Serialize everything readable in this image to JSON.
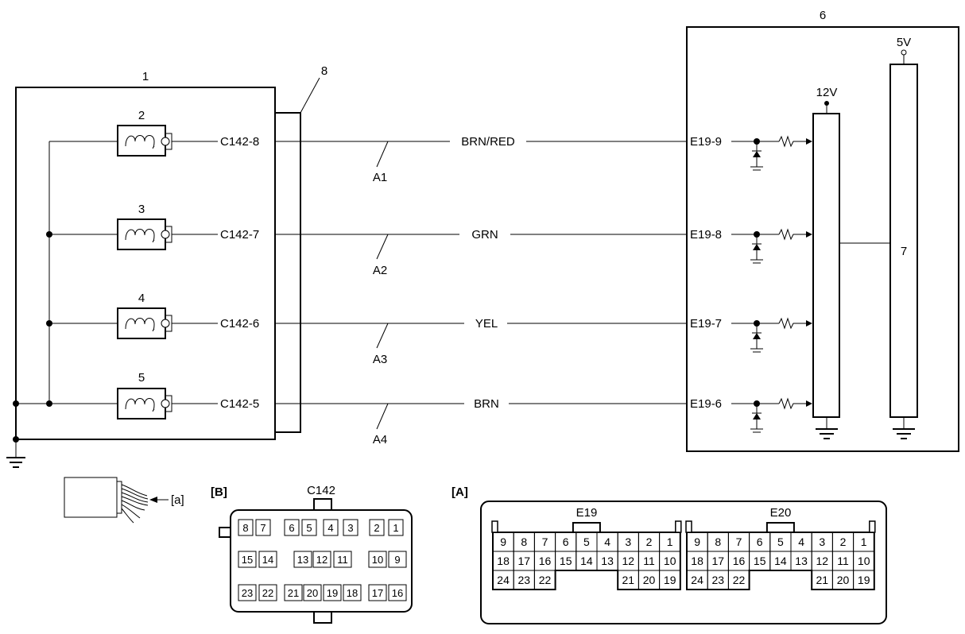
{
  "components": {
    "c1": "1",
    "c2": "2",
    "c3": "3",
    "c4": "4",
    "c5": "5",
    "c6": "6",
    "c7": "7",
    "c8": "8"
  },
  "terminals": {
    "left": [
      "C142-8",
      "C142-7",
      "C142-6",
      "C142-5"
    ],
    "right": [
      "E19-9",
      "E19-8",
      "E19-7",
      "E19-6"
    ]
  },
  "wires": [
    {
      "color": "BRN/RED",
      "tag": "A1"
    },
    {
      "color": "GRN",
      "tag": "A2"
    },
    {
      "color": "YEL",
      "tag": "A3"
    },
    {
      "color": "BRN",
      "tag": "A4"
    }
  ],
  "voltages": {
    "v12": "12V",
    "v5": "5V"
  },
  "legend": {
    "arrow_label": "[a]",
    "B": "[B]",
    "A": "[A]",
    "c142_title": "C142",
    "e19_title": "E19",
    "e20_title": "E20"
  },
  "c142_rows": [
    [
      "8",
      "7",
      "6",
      "5",
      "4",
      "3",
      "2",
      "1"
    ],
    [
      "15",
      "14",
      "13",
      "12",
      "11",
      "10",
      "9"
    ],
    [
      "23",
      "22",
      "21",
      "20",
      "19",
      "18",
      "17",
      "16"
    ]
  ],
  "e_rows": [
    [
      "9",
      "8",
      "7",
      "6",
      "5",
      "4",
      "3",
      "2",
      "1"
    ],
    [
      "18",
      "17",
      "16",
      "15",
      "14",
      "13",
      "12",
      "11",
      "10"
    ],
    [
      "24",
      "23",
      "22",
      "21",
      "20",
      "19"
    ]
  ]
}
